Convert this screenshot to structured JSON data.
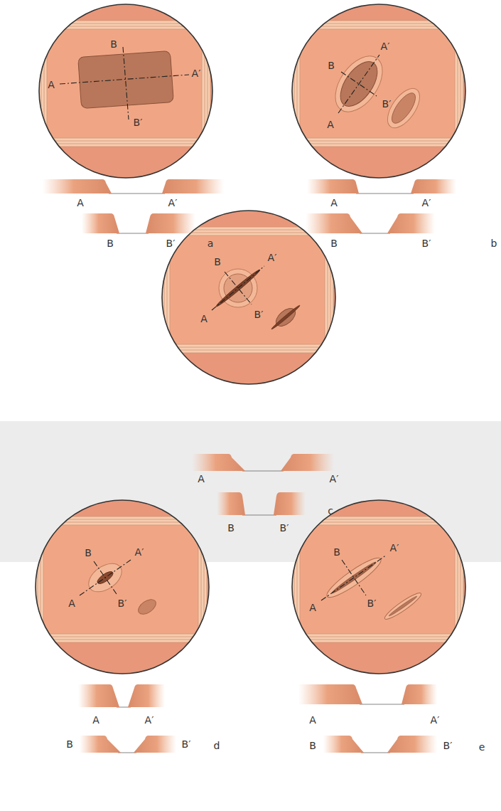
{
  "diagram": {
    "labels": [
      "A",
      "A′",
      "B",
      "B′",
      "A",
      "A′",
      "B",
      "B′",
      "a",
      "A",
      "A′",
      "B",
      "B′",
      "A",
      "A′",
      "B",
      "B′",
      "b",
      "A",
      "A′",
      "B",
      "B′",
      "A",
      "A′",
      "B",
      "B′",
      "c",
      "A",
      "A′",
      "B",
      "B′",
      "A",
      "A′",
      "B",
      "B′",
      "d",
      "A",
      "A′",
      "B",
      "B′",
      "A",
      "A′",
      "B",
      "B′",
      "e"
    ]
  }
}
